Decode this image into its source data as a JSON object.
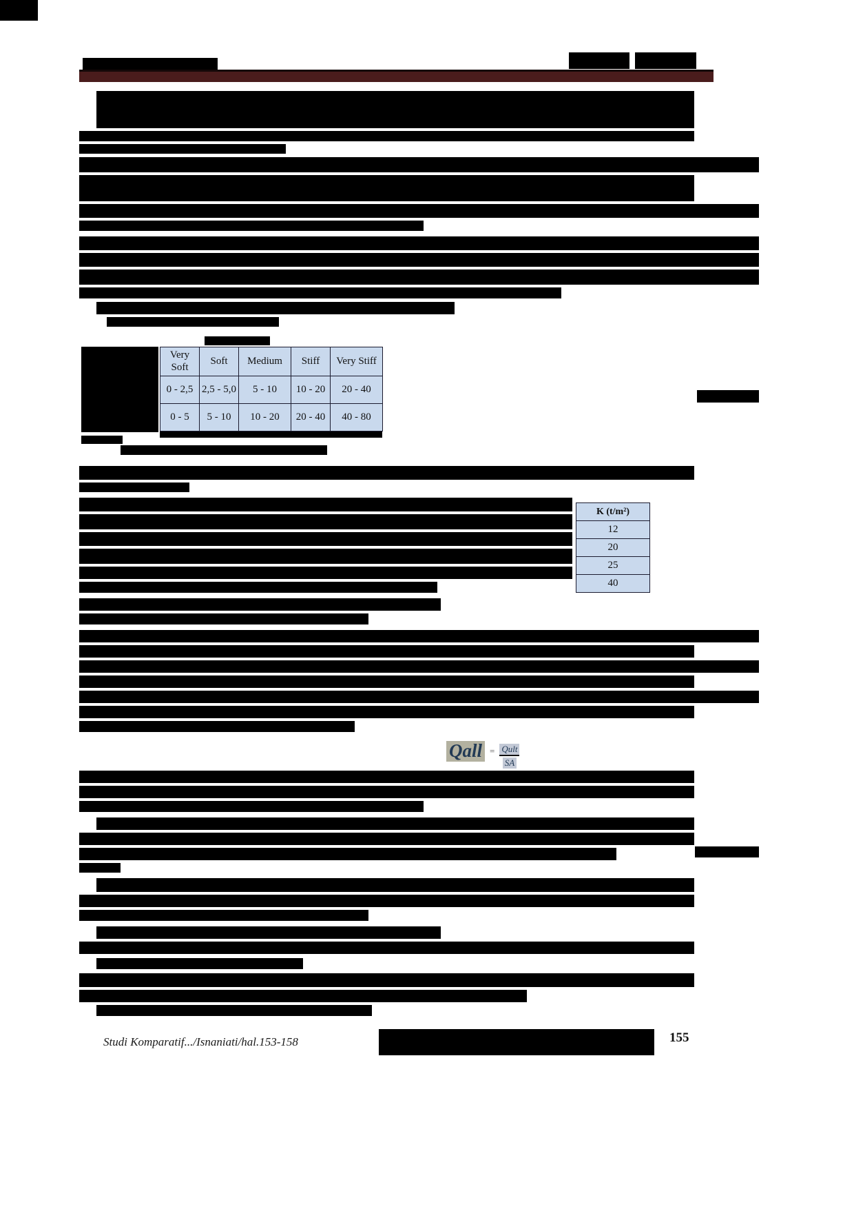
{
  "page": {
    "footer_citation": "Studi Komparatif.../Isnaniati/hal.153-158",
    "page_number": "155"
  },
  "consistency_table": {
    "headers": [
      "Very Soft",
      "Soft",
      "Medium",
      "Stiff",
      "Very Stiff"
    ],
    "rows": [
      [
        "0 - 2,5",
        "2,5 - 5,0",
        "5 - 10",
        "10 - 20",
        "20 - 40"
      ],
      [
        "0 - 5",
        "5 - 10",
        "10 - 20",
        "20 - 40",
        "40 - 80"
      ]
    ]
  },
  "k_table": {
    "header": "K (t/m²)",
    "values": [
      "12",
      "20",
      "25",
      "40"
    ]
  },
  "formula": {
    "lhs": "Qall",
    "equals": "=",
    "numerator": "Qult",
    "denominator": "SA"
  },
  "colors": {
    "rule_maroon": "#4a1c1c",
    "table_cell_blue": "#c9d9ed",
    "redaction_black": "#000000"
  },
  "redactions": [
    [
      0,
      0,
      55,
      30
    ],
    [
      120,
      84,
      196,
      22
    ],
    [
      826,
      76,
      88,
      24
    ],
    [
      922,
      76,
      89,
      24
    ],
    [
      140,
      132,
      868,
      54
    ],
    [
      115,
      190,
      893,
      15
    ],
    [
      115,
      209,
      300,
      14
    ],
    [
      115,
      228,
      987,
      22
    ],
    [
      115,
      254,
      893,
      38
    ],
    [
      115,
      296,
      987,
      20
    ],
    [
      115,
      320,
      500,
      15
    ],
    [
      115,
      343,
      987,
      20
    ],
    [
      115,
      367,
      987,
      20
    ],
    [
      115,
      391,
      987,
      22
    ],
    [
      115,
      417,
      700,
      16
    ],
    [
      140,
      438,
      520,
      18
    ],
    [
      155,
      460,
      250,
      14
    ],
    [
      297,
      488,
      95,
      13
    ],
    [
      118,
      503,
      112,
      124
    ],
    [
      232,
      622,
      323,
      13
    ],
    [
      1012,
      566,
      90,
      18
    ],
    [
      118,
      632,
      60,
      12
    ],
    [
      175,
      646,
      300,
      14
    ],
    [
      115,
      676,
      893,
      20
    ],
    [
      115,
      700,
      160,
      14
    ],
    [
      115,
      722,
      716,
      20
    ],
    [
      115,
      746,
      716,
      22
    ],
    [
      115,
      772,
      716,
      20
    ],
    [
      115,
      796,
      716,
      22
    ],
    [
      115,
      822,
      716,
      18
    ],
    [
      115,
      844,
      520,
      16
    ],
    [
      115,
      868,
      525,
      18
    ],
    [
      115,
      890,
      420,
      16
    ],
    [
      115,
      914,
      987,
      18
    ],
    [
      115,
      936,
      893,
      18
    ],
    [
      115,
      958,
      987,
      18
    ],
    [
      115,
      980,
      893,
      18
    ],
    [
      115,
      1002,
      987,
      18
    ],
    [
      115,
      1024,
      893,
      18
    ],
    [
      115,
      1046,
      400,
      16
    ],
    [
      115,
      1118,
      893,
      18
    ],
    [
      115,
      1140,
      893,
      18
    ],
    [
      115,
      1162,
      500,
      16
    ],
    [
      140,
      1186,
      868,
      18
    ],
    [
      115,
      1208,
      893,
      18
    ],
    [
      115,
      1230,
      780,
      18
    ],
    [
      1009,
      1228,
      93,
      16
    ],
    [
      115,
      1252,
      60,
      14
    ],
    [
      140,
      1274,
      868,
      20
    ],
    [
      115,
      1298,
      893,
      18
    ],
    [
      115,
      1320,
      420,
      16
    ],
    [
      140,
      1344,
      500,
      18
    ],
    [
      115,
      1366,
      893,
      18
    ],
    [
      140,
      1390,
      300,
      16
    ],
    [
      115,
      1412,
      893,
      20
    ],
    [
      115,
      1436,
      650,
      18
    ],
    [
      140,
      1458,
      400,
      16
    ],
    [
      550,
      1493,
      400,
      38
    ]
  ]
}
